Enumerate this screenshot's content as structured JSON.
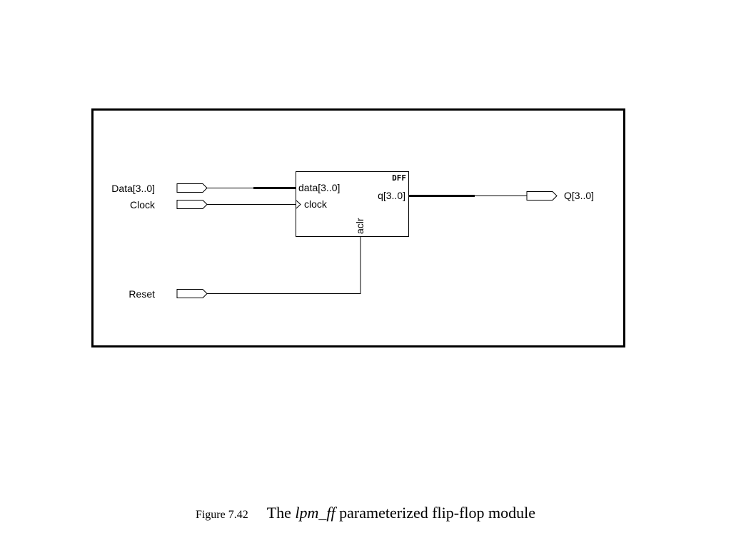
{
  "diagram": {
    "inputs": {
      "data": "Data[3..0]",
      "clock": "Clock",
      "reset": "Reset"
    },
    "output": "Q[3..0]",
    "block": {
      "type": "DFF",
      "ports": {
        "data": "data[3..0]",
        "clock": "clock",
        "aclr": "aclr",
        "q": "q[3..0]"
      }
    }
  },
  "caption": {
    "figure_label": "Figure 7.42",
    "prefix": "The ",
    "module_name": "lpm_ff",
    "suffix": " parameterized flip-flop module"
  }
}
